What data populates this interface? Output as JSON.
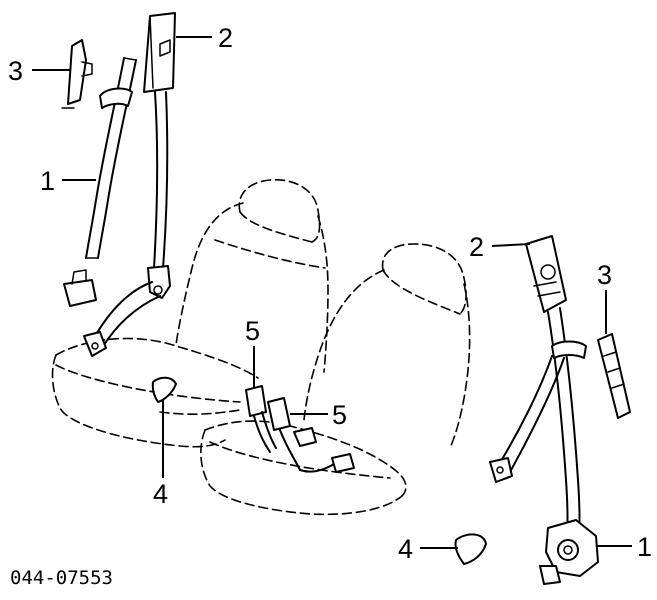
{
  "diagram": {
    "part_number": "044-07553",
    "callouts": [
      {
        "id": "left-belt-1",
        "label": "1"
      },
      {
        "id": "left-guide-2",
        "label": "2"
      },
      {
        "id": "left-adjuster-3",
        "label": "3"
      },
      {
        "id": "left-cover-4",
        "label": "4"
      },
      {
        "id": "left-buckle-5",
        "label": "5"
      },
      {
        "id": "right-buckle-5",
        "label": "5"
      },
      {
        "id": "right-guide-2",
        "label": "2"
      },
      {
        "id": "right-adjuster-3",
        "label": "3"
      },
      {
        "id": "right-belt-1",
        "label": "1"
      },
      {
        "id": "right-cover-4",
        "label": "4"
      }
    ]
  }
}
